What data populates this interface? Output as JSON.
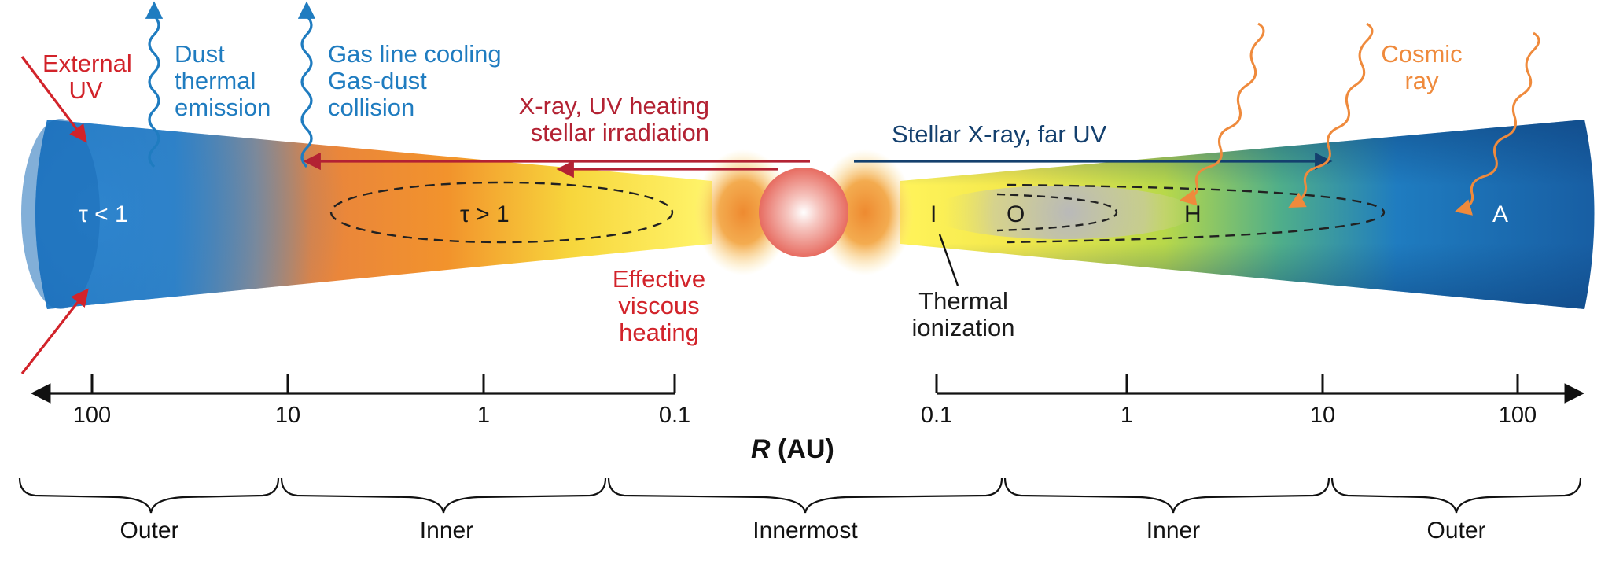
{
  "heating_left": {
    "external_uv": [
      "External",
      "UV"
    ],
    "dust_thermal_emission": [
      "Dust",
      "thermal",
      "emission"
    ],
    "gas_cooling": [
      "Gas line cooling",
      "Gas-dust",
      "collision"
    ],
    "xray_uv_heating": [
      "X-ray, UV heating",
      "stellar irradiation"
    ],
    "viscous_heating": [
      "Effective",
      "viscous",
      "heating"
    ],
    "tau_outer": "τ < 1",
    "tau_inner": "τ > 1"
  },
  "ionization_right": {
    "stellar_xray": "Stellar X-ray, far UV",
    "cosmic_ray": [
      "Cosmic",
      "ray"
    ],
    "thermal_ionization": [
      "Thermal",
      "ionization"
    ],
    "zones": [
      "I",
      "O",
      "H",
      "A"
    ]
  },
  "axis": {
    "title_italic": "R",
    "title_rest": " (AU)",
    "left_ticks": [
      "100",
      "10",
      "1",
      "0.1"
    ],
    "right_ticks": [
      "0.1",
      "1",
      "10",
      "100"
    ]
  },
  "regions": [
    "Outer",
    "Inner",
    "Innermost",
    "Inner",
    "Outer"
  ],
  "colors": {
    "red": "#d2232a",
    "blue": "#1f7cc0",
    "orange": "#ef8a3c",
    "navy": "#14406e",
    "disk_blue": "#1e73bd",
    "disk_yellow": "#f7e744",
    "disk_orange": "#f08a2e"
  }
}
